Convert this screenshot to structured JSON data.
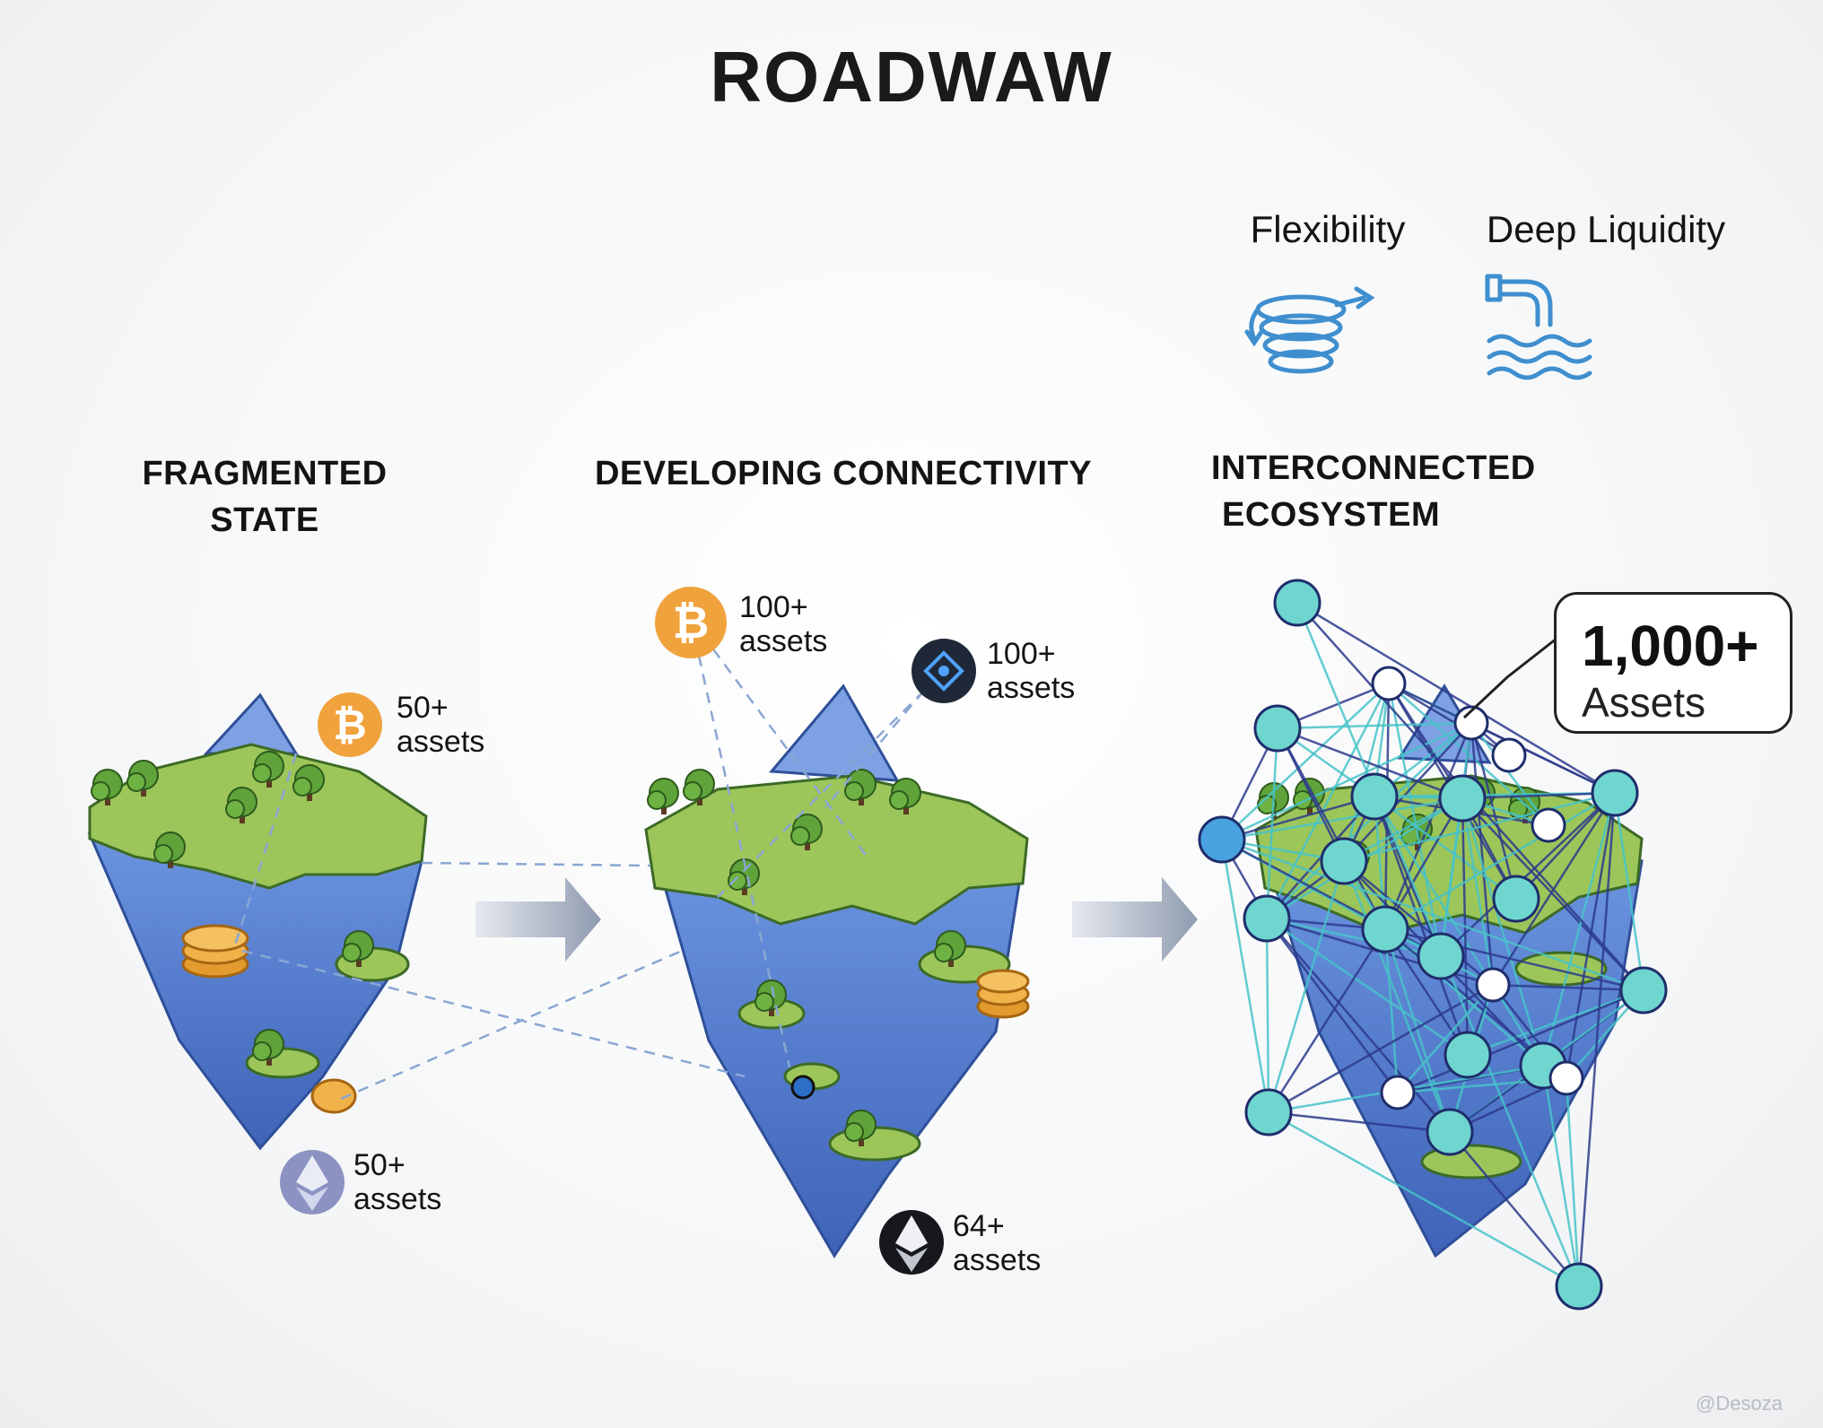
{
  "title": "ROADWAW",
  "features": [
    {
      "label": "Flexibility",
      "icon": "coil-arrow-icon"
    },
    {
      "label": "Deep Liquidity",
      "icon": "pipe-water-icon"
    }
  ],
  "stages": [
    {
      "title_line1": "FRAGMENTED",
      "title_line2": "STATE",
      "assets": [
        {
          "count": "50+",
          "unit": "assets",
          "icon": "bitcoin-icon"
        },
        {
          "count": "50+",
          "unit": "assets",
          "icon": "ethereum-icon"
        }
      ]
    },
    {
      "title_line1": "DEVELOPING CONNECTIVITY",
      "title_line2": "",
      "assets": [
        {
          "count": "100+",
          "unit": "assets",
          "icon": "bitcoin-icon"
        },
        {
          "count": "100+",
          "unit": "assets",
          "icon": "diamond-token-icon"
        },
        {
          "count": "64+",
          "unit": "assets",
          "icon": "ethereum-icon"
        }
      ]
    },
    {
      "title_line1": "INTERCONNECTED",
      "title_line2": "ECOSYSTEM",
      "callout": {
        "count": "1,000+",
        "unit": "Assets"
      }
    }
  ],
  "watermark": "@Desoza",
  "colors": {
    "island_rock": "#5b86d6",
    "island_grass": "#9cc65a",
    "bitcoin": "#f0a23c",
    "node": "#6fd6cf",
    "edge_dark": "#2d3a8c",
    "edge_light": "#47c3c9",
    "icon_blue": "#3f8fcf"
  }
}
